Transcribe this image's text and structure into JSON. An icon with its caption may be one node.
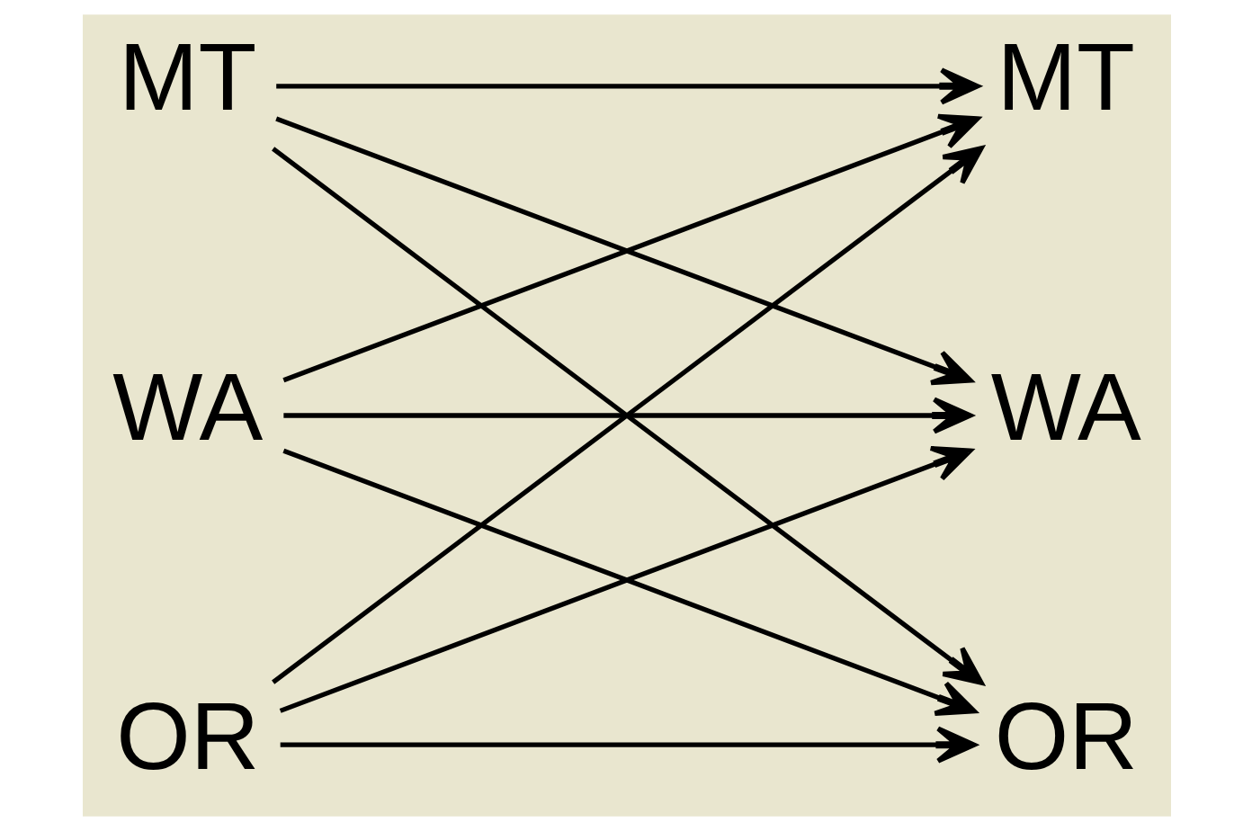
{
  "diagram": {
    "nodes": [
      {
        "text": [
          "MT"
        ]
      },
      {
        "text": [
          "WA"
        ]
      },
      {
        "text": [
          "OR"
        ]
      },
      {
        "text": [
          "MT"
        ]
      },
      {
        "text": [
          "WA"
        ]
      },
      {
        "text": [
          "OR"
        ]
      }
    ],
    "edges": [
      {
        "from": 0,
        "to": 3,
        "arrow": "to"
      },
      {
        "from": 0,
        "to": 4,
        "arrow": "to"
      },
      {
        "from": 0,
        "to": 5,
        "arrow": "to"
      },
      {
        "from": 1,
        "to": 3,
        "arrow": "to"
      },
      {
        "from": 1,
        "to": 4,
        "arrow": "to"
      },
      {
        "from": 1,
        "to": 5,
        "arrow": "to"
      },
      {
        "from": 2,
        "to": 3,
        "arrow": "to"
      },
      {
        "from": 2,
        "to": 4,
        "arrow": "to"
      },
      {
        "from": 2,
        "to": 5,
        "arrow": "to"
      }
    ]
  }
}
